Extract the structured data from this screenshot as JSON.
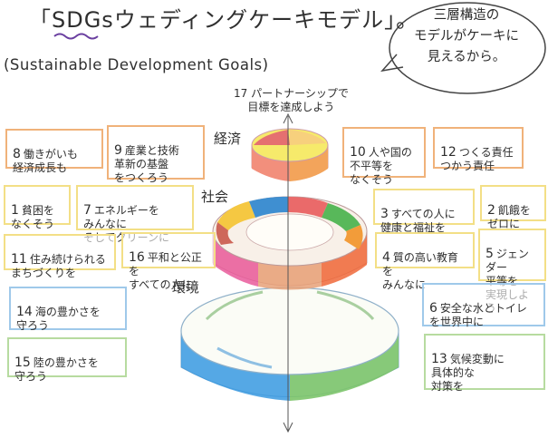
{
  "title": "「SDGsウェディングケーキモデル」。",
  "subtitle": "(Sustainable Development Goals)",
  "bubble": {
    "lines": [
      "三層構造の",
      "モデルがケーキに",
      "見えるから。"
    ]
  },
  "tiers": {
    "economy": "経済",
    "society": "社会",
    "environment": "環境"
  },
  "goal17": "17 パートナーシップで\n目標を達成しよう",
  "goals": {
    "g8": {
      "num": "8",
      "text": "働きがいも\n経済成長も"
    },
    "g9": {
      "num": "9",
      "text": "産業と技術\n革新の基盤\nをつくろう"
    },
    "g10": {
      "num": "10",
      "text": "人や国の\n不平等を\nなくそう"
    },
    "g12": {
      "num": "12",
      "text": "つくる責任\nつかう責任"
    },
    "g1": {
      "num": "1",
      "text": "貧困を\nなくそう"
    },
    "g7": {
      "num": "7",
      "text": "エネルギーを\nみんなに\nそしてクリーンに"
    },
    "g3": {
      "num": "3",
      "text": "すべての人に\n健康と福祉を"
    },
    "g2": {
      "num": "2",
      "text": "飢餓を\nゼロに"
    },
    "g11": {
      "num": "11",
      "text": "住み続けられる\nまちづくりを"
    },
    "g16": {
      "num": "16",
      "text": "平和と公正を\nすべての人に"
    },
    "g4": {
      "num": "4",
      "text": "質の高い教育を\nみんなに"
    },
    "g5": {
      "num": "5",
      "text": "ジェンダー\n平等を\n実現しよう"
    },
    "g14": {
      "num": "14",
      "text": "海の豊かさを\n守ろう"
    },
    "g6": {
      "num": "6",
      "text": "安全な水とトイレ\nを世界中に"
    },
    "g15": {
      "num": "15",
      "text": "陸の豊かさを\n守ろう"
    },
    "g13": {
      "num": "13",
      "text": "気候変動に\n具体的な\n対策を"
    }
  },
  "colors": {
    "note_border_orange": "#f0b27a",
    "note_border_blue": "#9fc9ea",
    "note_border_yellow": "#f3df86",
    "note_border_purple": "#cfc0e6",
    "note_border_green": "#b7dba0",
    "title_wave": "#6a3fa0",
    "tier_top_colors": [
      "#f28f7c",
      "#f6c25b",
      "#f6ea6b",
      "#f3a45b",
      "#e57070",
      "#f7d07d"
    ],
    "tier_mid_colors": [
      "#ea6a6a",
      "#f5c842",
      "#3f8fd1",
      "#58b85a",
      "#f29c3a",
      "#e95b9b",
      "#f2d052",
      "#9a79c8",
      "#c0392b",
      "#2f6ca8"
    ],
    "tier_bottom_colors": [
      "#3b9ae1",
      "#7cc46a",
      "#ffffff"
    ]
  }
}
